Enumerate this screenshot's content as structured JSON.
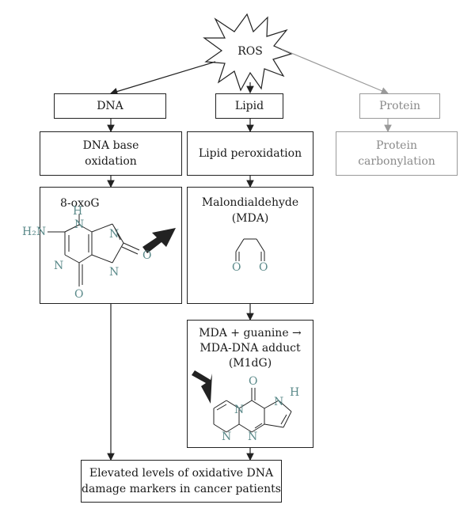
{
  "ros": {
    "label": "ROS"
  },
  "dna": {
    "label": "DNA"
  },
  "lipid": {
    "label": "Lipid"
  },
  "protein": {
    "label": "Protein"
  },
  "dna_base_oxidation": {
    "line1": "DNA base",
    "line2": "oxidation"
  },
  "lipid_peroxidation": {
    "label": "Lipid peroxidation"
  },
  "protein_carbonylation": {
    "line1": "Protein",
    "line2": "carbonylation"
  },
  "oxog": {
    "title": "8-oxoG",
    "atoms": {
      "h": "H",
      "h2n": "H₂N",
      "n1": "N",
      "n2": "N",
      "n3": "N",
      "n4": "N",
      "o1": "O",
      "o2": "O"
    }
  },
  "mda": {
    "line1": "Malondialdehyde",
    "line2": "(MDA)",
    "atoms": {
      "o1": "O",
      "o2": "O"
    }
  },
  "m1dg": {
    "line1": "MDA + guanine →",
    "line2": "MDA-DNA adduct",
    "line3": "(M1dG)",
    "atoms": {
      "o": "O",
      "h": "H",
      "n1": "N",
      "n2": "N",
      "n3": "N",
      "n4": "N"
    }
  },
  "result": {
    "line1": "Elevated levels of oxidative DNA",
    "line2": "damage markers in cancer patients"
  },
  "colors": {
    "line": "#222222",
    "grey": "#9a9a9a",
    "atom": "#5b8a8a",
    "arrow": "#222222"
  }
}
